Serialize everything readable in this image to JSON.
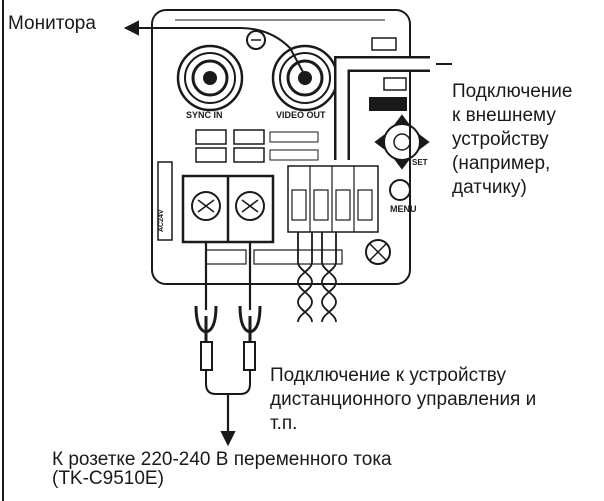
{
  "labels": {
    "monitor": "Монитора",
    "external": [
      "Подключение",
      "к внешнему",
      "устройству",
      "(например,",
      "датчику)"
    ],
    "remote": [
      "Подключение к устройству",
      "дистанционного управления и",
      "т.п."
    ],
    "power": [
      "К розетке 220-240 В переменного тока",
      "(TK-C9510E)"
    ]
  },
  "panel": {
    "sync_in": "SYNC IN",
    "video_out": "VIDEO OUT",
    "menu": "MENU",
    "set": "SET",
    "ac24v": "AC24V"
  },
  "colors": {
    "line": "#1a1a1a",
    "panel": "#ffffff",
    "shade": "#d9d9d9"
  }
}
